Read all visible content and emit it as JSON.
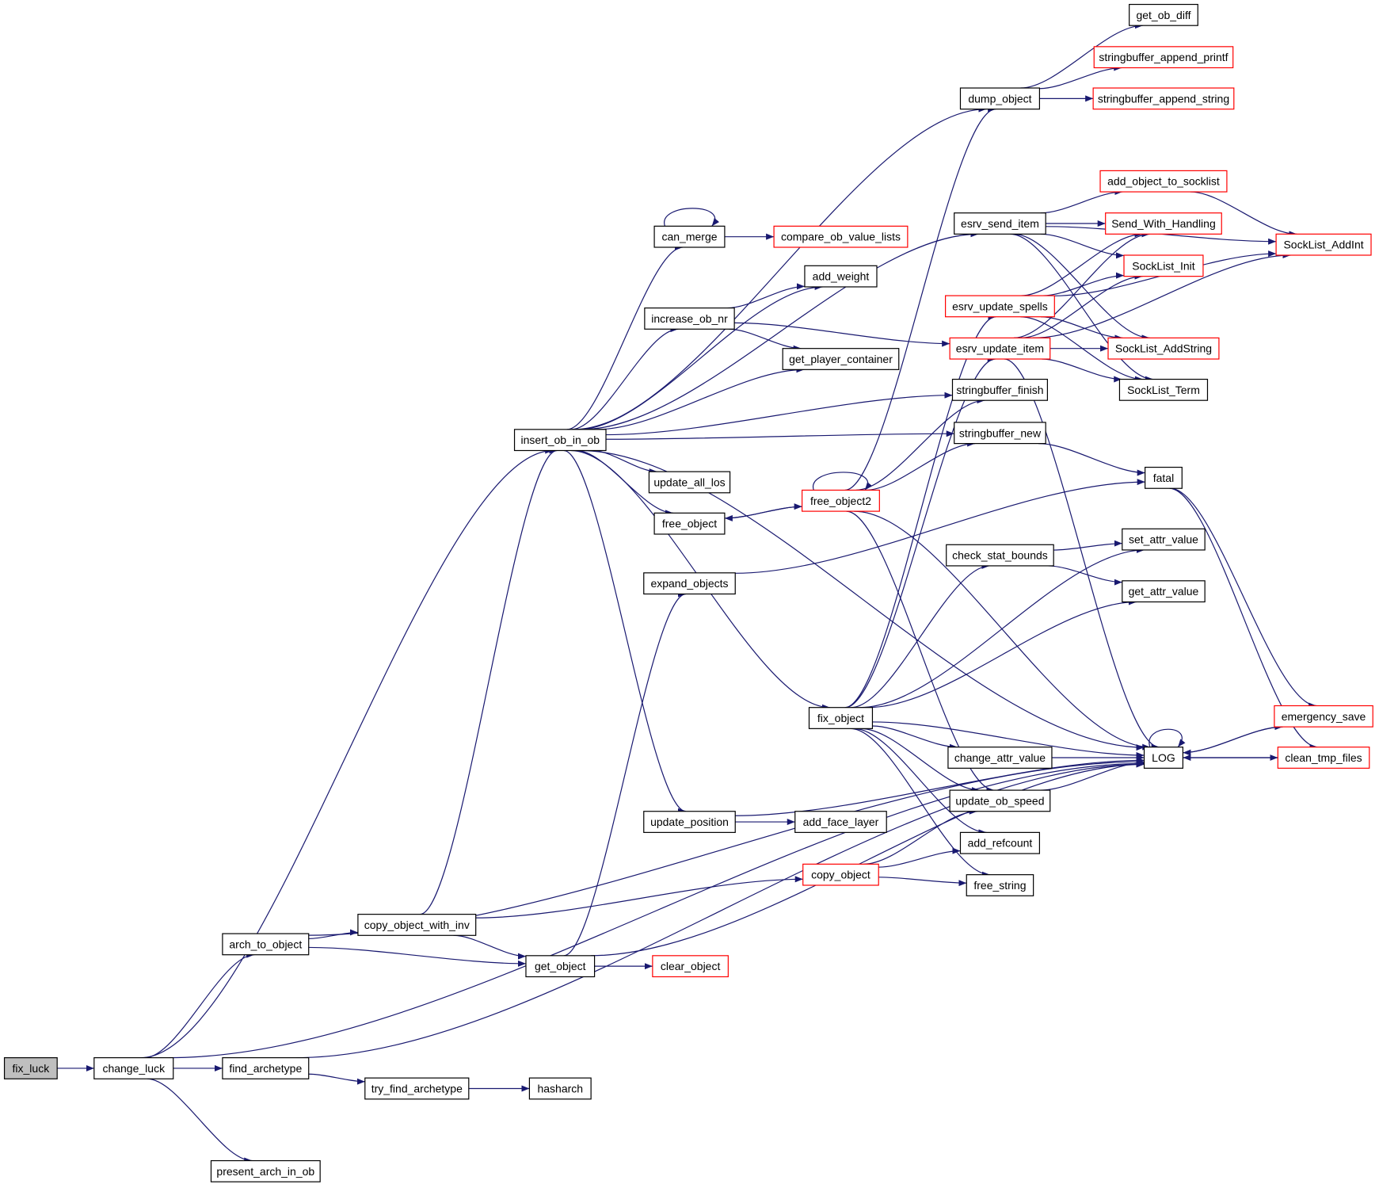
{
  "colors": {
    "edge": "#191970",
    "node_border_black": "#000000",
    "node_border_red": "#ff0000",
    "root_fill": "#bfbfbf",
    "background": "#ffffff"
  },
  "graph": {
    "root": "fix_luck",
    "nodes": [
      {
        "id": "fix_luck",
        "label": "fix_luck",
        "border": "black",
        "root": true
      },
      {
        "id": "change_luck",
        "label": "change_luck",
        "border": "black"
      },
      {
        "id": "arch_to_object",
        "label": "arch_to_object",
        "border": "black"
      },
      {
        "id": "find_archetype",
        "label": "find_archetype",
        "border": "black"
      },
      {
        "id": "present_arch_in_ob",
        "label": "present_arch_in_ob",
        "border": "black"
      },
      {
        "id": "try_find_archetype",
        "label": "try_find_archetype",
        "border": "black"
      },
      {
        "id": "hasharch",
        "label": "hasharch",
        "border": "black"
      },
      {
        "id": "copy_object_with_inv",
        "label": "copy_object_with_inv",
        "border": "black"
      },
      {
        "id": "get_object",
        "label": "get_object",
        "border": "black"
      },
      {
        "id": "clear_object",
        "label": "clear_object",
        "border": "red"
      },
      {
        "id": "insert_ob_in_ob",
        "label": "insert_ob_in_ob",
        "border": "black"
      },
      {
        "id": "can_merge",
        "label": "can_merge",
        "border": "black"
      },
      {
        "id": "compare_ob_value_lists",
        "label": "compare_ob_value_lists",
        "border": "red"
      },
      {
        "id": "add_weight",
        "label": "add_weight",
        "border": "black"
      },
      {
        "id": "increase_ob_nr",
        "label": "increase_ob_nr",
        "border": "black"
      },
      {
        "id": "get_player_container",
        "label": "get_player_container",
        "border": "black"
      },
      {
        "id": "update_all_los",
        "label": "update_all_los",
        "border": "black"
      },
      {
        "id": "free_object",
        "label": "free_object",
        "border": "black"
      },
      {
        "id": "free_object2",
        "label": "free_object2",
        "border": "red"
      },
      {
        "id": "expand_objects",
        "label": "expand_objects",
        "border": "black"
      },
      {
        "id": "fix_object",
        "label": "fix_object",
        "border": "black"
      },
      {
        "id": "update_position",
        "label": "update_position",
        "border": "black"
      },
      {
        "id": "add_face_layer",
        "label": "add_face_layer",
        "border": "black"
      },
      {
        "id": "copy_object",
        "label": "copy_object",
        "border": "red"
      },
      {
        "id": "dump_object",
        "label": "dump_object",
        "border": "black"
      },
      {
        "id": "get_ob_diff",
        "label": "get_ob_diff",
        "border": "black"
      },
      {
        "id": "stringbuffer_append_printf",
        "label": "stringbuffer_append_printf",
        "border": "red"
      },
      {
        "id": "stringbuffer_append_string",
        "label": "stringbuffer_append_string",
        "border": "red"
      },
      {
        "id": "esrv_send_item",
        "label": "esrv_send_item",
        "border": "black"
      },
      {
        "id": "add_object_to_socklist",
        "label": "add_object_to_socklist",
        "border": "red"
      },
      {
        "id": "Send_With_Handling",
        "label": "Send_With_Handling",
        "border": "red"
      },
      {
        "id": "SockList_AddInt",
        "label": "SockList_AddInt",
        "border": "red"
      },
      {
        "id": "SockList_Init",
        "label": "SockList_Init",
        "border": "red"
      },
      {
        "id": "esrv_update_spells",
        "label": "esrv_update_spells",
        "border": "red"
      },
      {
        "id": "esrv_update_item",
        "label": "esrv_update_item",
        "border": "red"
      },
      {
        "id": "SockList_AddString",
        "label": "SockList_AddString",
        "border": "red"
      },
      {
        "id": "SockList_Term",
        "label": "SockList_Term",
        "border": "black"
      },
      {
        "id": "stringbuffer_finish",
        "label": "stringbuffer_finish",
        "border": "black"
      },
      {
        "id": "stringbuffer_new",
        "label": "stringbuffer_new",
        "border": "black"
      },
      {
        "id": "fatal",
        "label": "fatal",
        "border": "black"
      },
      {
        "id": "check_stat_bounds",
        "label": "check_stat_bounds",
        "border": "black"
      },
      {
        "id": "set_attr_value",
        "label": "set_attr_value",
        "border": "black"
      },
      {
        "id": "get_attr_value",
        "label": "get_attr_value",
        "border": "black"
      },
      {
        "id": "change_attr_value",
        "label": "change_attr_value",
        "border": "black"
      },
      {
        "id": "update_ob_speed",
        "label": "update_ob_speed",
        "border": "black"
      },
      {
        "id": "add_refcount",
        "label": "add_refcount",
        "border": "black"
      },
      {
        "id": "free_string",
        "label": "free_string",
        "border": "black"
      },
      {
        "id": "LOG",
        "label": "LOG",
        "border": "black"
      },
      {
        "id": "emergency_save",
        "label": "emergency_save",
        "border": "red"
      },
      {
        "id": "clean_tmp_files",
        "label": "clean_tmp_files",
        "border": "red"
      }
    ],
    "edges": [
      [
        "fix_luck",
        "change_luck"
      ],
      [
        "change_luck",
        "insert_ob_in_ob"
      ],
      [
        "change_luck",
        "arch_to_object"
      ],
      [
        "change_luck",
        "find_archetype"
      ],
      [
        "change_luck",
        "LOG"
      ],
      [
        "change_luck",
        "present_arch_in_ob"
      ],
      [
        "arch_to_object",
        "LOG"
      ],
      [
        "arch_to_object",
        "copy_object_with_inv"
      ],
      [
        "arch_to_object",
        "get_object"
      ],
      [
        "find_archetype",
        "LOG"
      ],
      [
        "find_archetype",
        "try_find_archetype"
      ],
      [
        "try_find_archetype",
        "hasharch"
      ],
      [
        "copy_object_with_inv",
        "insert_ob_in_ob"
      ],
      [
        "copy_object_with_inv",
        "copy_object"
      ],
      [
        "copy_object_with_inv",
        "get_object"
      ],
      [
        "get_object",
        "expand_objects"
      ],
      [
        "get_object",
        "clear_object"
      ],
      [
        "get_object",
        "LOG"
      ],
      [
        "insert_ob_in_ob",
        "dump_object"
      ],
      [
        "insert_ob_in_ob",
        "esrv_send_item"
      ],
      [
        "insert_ob_in_ob",
        "can_merge"
      ],
      [
        "insert_ob_in_ob",
        "add_weight"
      ],
      [
        "insert_ob_in_ob",
        "increase_ob_nr"
      ],
      [
        "insert_ob_in_ob",
        "get_player_container"
      ],
      [
        "insert_ob_in_ob",
        "stringbuffer_finish"
      ],
      [
        "insert_ob_in_ob",
        "stringbuffer_new"
      ],
      [
        "insert_ob_in_ob",
        "update_all_los"
      ],
      [
        "insert_ob_in_ob",
        "free_object"
      ],
      [
        "insert_ob_in_ob",
        "fix_object"
      ],
      [
        "insert_ob_in_ob",
        "update_position"
      ],
      [
        "insert_ob_in_ob",
        "LOG"
      ],
      [
        "can_merge",
        "can_merge"
      ],
      [
        "can_merge",
        "compare_ob_value_lists"
      ],
      [
        "increase_ob_nr",
        "add_weight"
      ],
      [
        "increase_ob_nr",
        "get_player_container"
      ],
      [
        "increase_ob_nr",
        "esrv_update_item"
      ],
      [
        "free_object",
        "free_object2"
      ],
      [
        "free_object2",
        "free_object"
      ],
      [
        "free_object2",
        "free_object2"
      ],
      [
        "free_object2",
        "dump_object"
      ],
      [
        "free_object2",
        "stringbuffer_finish"
      ],
      [
        "free_object2",
        "stringbuffer_new"
      ],
      [
        "free_object2",
        "update_ob_speed"
      ],
      [
        "free_object2",
        "LOG"
      ],
      [
        "expand_objects",
        "fatal"
      ],
      [
        "update_position",
        "add_face_layer"
      ],
      [
        "update_position",
        "LOG"
      ],
      [
        "copy_object",
        "update_ob_speed"
      ],
      [
        "copy_object",
        "add_refcount"
      ],
      [
        "copy_object",
        "free_string"
      ],
      [
        "dump_object",
        "get_ob_diff"
      ],
      [
        "dump_object",
        "stringbuffer_append_printf"
      ],
      [
        "dump_object",
        "stringbuffer_append_string"
      ],
      [
        "esrv_send_item",
        "add_object_to_socklist"
      ],
      [
        "esrv_send_item",
        "Send_With_Handling"
      ],
      [
        "esrv_send_item",
        "SockList_AddInt"
      ],
      [
        "esrv_send_item",
        "SockList_Init"
      ],
      [
        "esrv_send_item",
        "SockList_AddString"
      ],
      [
        "esrv_send_item",
        "SockList_Term"
      ],
      [
        "add_object_to_socklist",
        "SockList_AddInt"
      ],
      [
        "esrv_update_spells",
        "Send_With_Handling"
      ],
      [
        "esrv_update_spells",
        "SockList_AddInt"
      ],
      [
        "esrv_update_spells",
        "SockList_Init"
      ],
      [
        "esrv_update_spells",
        "SockList_AddString"
      ],
      [
        "esrv_update_spells",
        "SockList_Term"
      ],
      [
        "esrv_update_item",
        "Send_With_Handling"
      ],
      [
        "esrv_update_item",
        "SockList_Init"
      ],
      [
        "esrv_update_item",
        "SockList_AddString"
      ],
      [
        "esrv_update_item",
        "SockList_Term"
      ],
      [
        "esrv_update_item",
        "SockList_AddInt"
      ],
      [
        "esrv_update_item",
        "LOG"
      ],
      [
        "stringbuffer_new",
        "fatal"
      ],
      [
        "fatal",
        "emergency_save"
      ],
      [
        "fatal",
        "clean_tmp_files"
      ],
      [
        "fix_object",
        "esrv_update_spells"
      ],
      [
        "fix_object",
        "esrv_update_item"
      ],
      [
        "fix_object",
        "set_attr_value"
      ],
      [
        "fix_object",
        "check_stat_bounds"
      ],
      [
        "fix_object",
        "get_attr_value"
      ],
      [
        "fix_object",
        "LOG"
      ],
      [
        "fix_object",
        "change_attr_value"
      ],
      [
        "fix_object",
        "update_ob_speed"
      ],
      [
        "fix_object",
        "add_refcount"
      ],
      [
        "fix_object",
        "free_string"
      ],
      [
        "check_stat_bounds",
        "set_attr_value"
      ],
      [
        "check_stat_bounds",
        "get_attr_value"
      ],
      [
        "change_attr_value",
        "LOG"
      ],
      [
        "update_ob_speed",
        "LOG"
      ],
      [
        "LOG",
        "LOG"
      ],
      [
        "LOG",
        "emergency_save"
      ],
      [
        "LOG",
        "clean_tmp_files"
      ],
      [
        "emergency_save",
        "LOG"
      ],
      [
        "clean_tmp_files",
        "LOG"
      ]
    ]
  }
}
